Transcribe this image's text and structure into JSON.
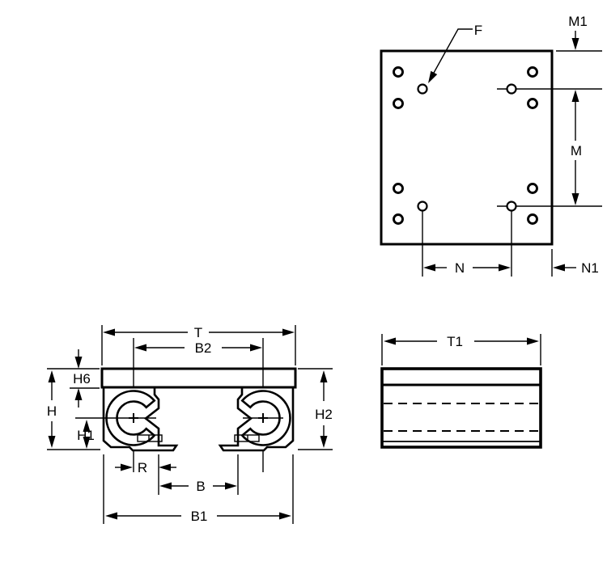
{
  "colors": {
    "ink": "#000000",
    "paper": "#ffffff"
  },
  "views": {
    "top_view": {
      "labels": {
        "f": "F",
        "m1": "M1",
        "m": "M",
        "n": "N",
        "n1": "N1"
      }
    },
    "front_view": {
      "labels": {
        "t": "T",
        "b2": "B2",
        "h6": "H6",
        "h": "H",
        "h1": "H1",
        "h2": "H2",
        "r": "R",
        "b": "B",
        "b1": "B1"
      }
    },
    "side_view": {
      "labels": {
        "t1": "T1"
      }
    }
  }
}
